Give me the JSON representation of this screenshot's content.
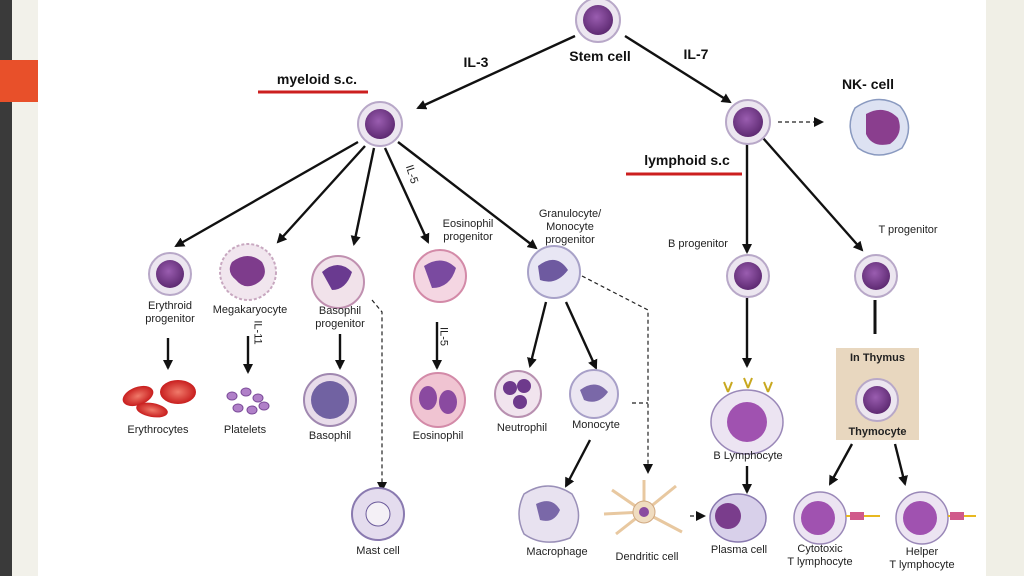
{
  "labels": {
    "stem_cell": "Stem cell",
    "il3": "IL-3",
    "il7": "IL-7",
    "myeloid": "myeloid s.c.",
    "lymphoid": "lymphoid s.c",
    "nk_cell": "NK- cell",
    "il5_a": "IL-5",
    "il5_b": "IL-5",
    "il11": "IL-11",
    "erythroid_progenitor_1": "Erythroid",
    "erythroid_progenitor_2": "progenitor",
    "megakaryocyte": "Megakaryocyte",
    "basophil_progenitor_1": "Basophil",
    "basophil_progenitor_2": "progenitor",
    "eosinophil_progenitor_1": "Eosinophil",
    "eosinophil_progenitor_2": "progenitor",
    "gm_progenitor_1": "Granulocyte/",
    "gm_progenitor_2": "Monocyte",
    "gm_progenitor_3": "progenitor",
    "b_progenitor": "B progenitor",
    "t_progenitor": "T progenitor",
    "erythrocytes": "Erythrocytes",
    "platelets": "Platelets",
    "basophil": "Basophil",
    "eosinophil": "Eosinophil",
    "neutrophil": "Neutrophil",
    "monocyte": "Monocyte",
    "in_thymus": "In Thymus",
    "thymocyte": "Thymocyte",
    "b_lymphocyte": "B Lymphocyte",
    "mast_cell": "Mast cell",
    "macrophage": "Macrophage",
    "dendritic_cell": "Dendritic cell",
    "plasma_cell": "Plasma cell",
    "cytotoxic_1": "Cytotoxic",
    "cytotoxic_2": "T lymphocyte",
    "helper_1": "Helper",
    "helper_2": "T lymphocyte"
  },
  "colors": {
    "underline": "#cc1f1f",
    "accent_bar": "#e8502a",
    "left_bar": "#3a3a3a",
    "right_panel": "#f0efe6",
    "cell_nucleus": "#7a3d8c",
    "cell_outer": "#e9e3ef",
    "rbc": "#d42a2a"
  }
}
